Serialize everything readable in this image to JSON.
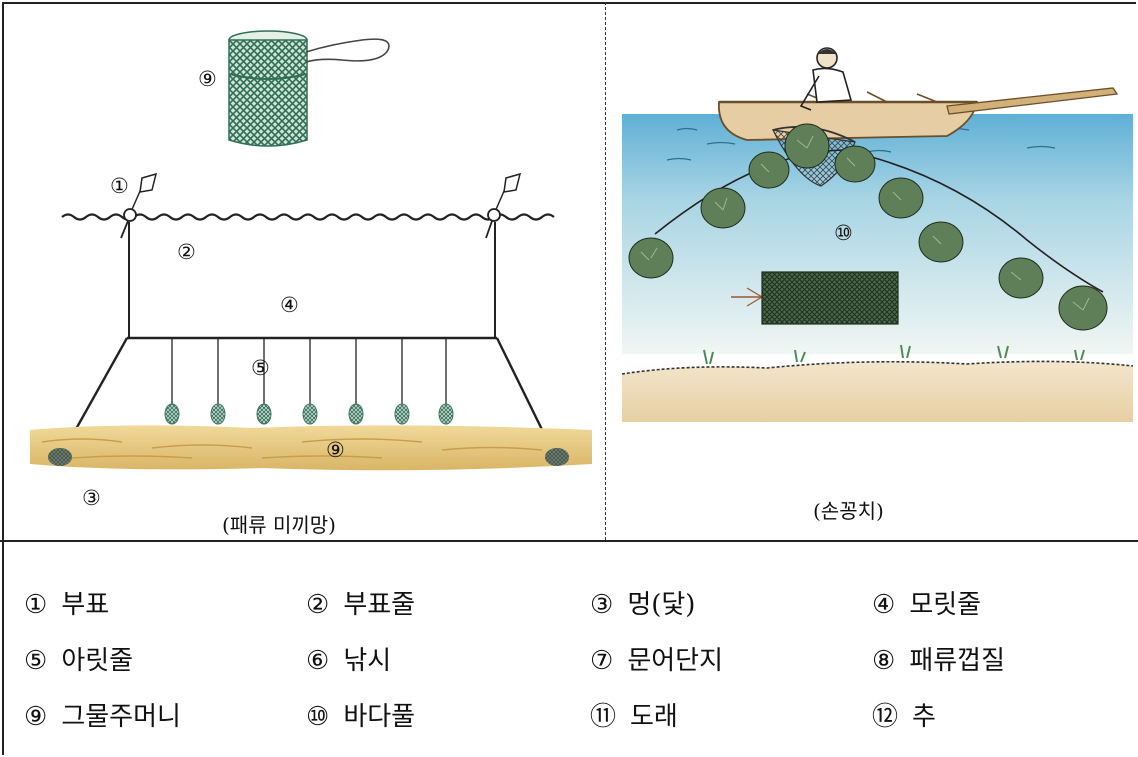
{
  "left_panel": {
    "caption": "(패류 미끼망)",
    "markers": {
      "pouch": "⑨",
      "float": "①",
      "float_line": "②",
      "main_line": "④",
      "branch_line": "⑤",
      "bottom_pouch": "⑨",
      "anchor": "③"
    }
  },
  "right_panel": {
    "caption": "(손꽁치)",
    "markers": {
      "seaweed": "⑩"
    }
  },
  "legend": {
    "items": [
      {
        "mark": "①",
        "text": "부표"
      },
      {
        "mark": "②",
        "text": "부표줄"
      },
      {
        "mark": "③",
        "text": "멍(닻)"
      },
      {
        "mark": "④",
        "text": "모릿줄"
      },
      {
        "mark": "⑤",
        "text": "아릿줄"
      },
      {
        "mark": "⑥",
        "text": "낚시"
      },
      {
        "mark": "⑦",
        "text": "문어단지"
      },
      {
        "mark": "⑧",
        "text": "패류껍질"
      },
      {
        "mark": "⑨",
        "text": "그물주머니"
      },
      {
        "mark": "⑩",
        "text": "바다풀"
      },
      {
        "mark": "⑪",
        "text": "도래"
      },
      {
        "mark": "⑫",
        "text": "추"
      }
    ]
  },
  "colors": {
    "net_green": "#2f6f55",
    "net_light": "#b9d6c6",
    "sand": "#e2c37a",
    "water_top": "#6ab4d8",
    "water_bottom": "#e9f3f2",
    "seabed": "#ecdcbf",
    "boat": "#e6cda3",
    "seaweed": "#5f7f58"
  }
}
